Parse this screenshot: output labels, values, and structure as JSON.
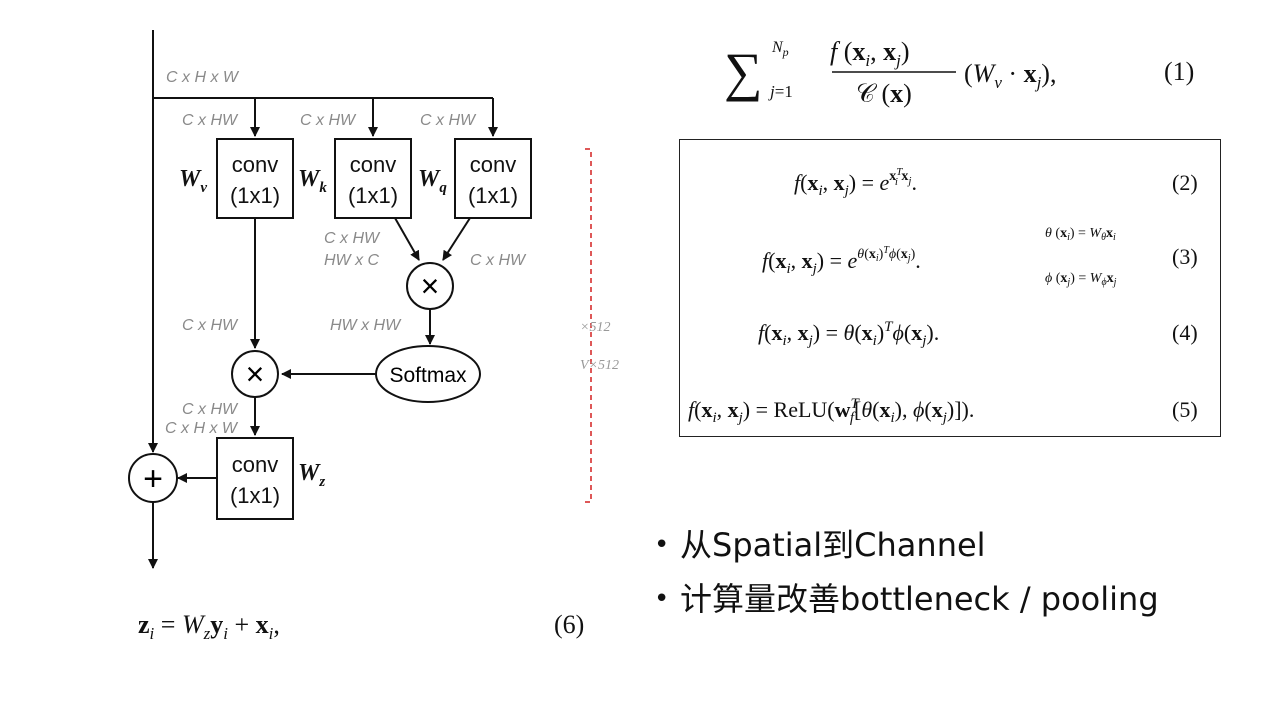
{
  "diagram": {
    "dims": {
      "input": "C x H x W",
      "branch_v": "C x HW",
      "branch_k": "C x HW",
      "branch_q": "C x HW",
      "k_out_1": "C x HW",
      "k_out_2": "HW x C",
      "q_out": "C x HW",
      "v_out": "C x HW",
      "attn": "HW x HW",
      "mul_out": "C x HW",
      "reshape": "C x H x W"
    },
    "conv_label": "conv",
    "conv_kernel": "(1x1)",
    "softmax": "Softmax",
    "weights": {
      "v": "W",
      "v_sub": "v",
      "k": "W",
      "k_sub": "k",
      "q": "W",
      "q_sub": "q",
      "z": "W",
      "z_sub": "z"
    },
    "multiply_symbol": "×",
    "add_symbol": "+",
    "side_marks": [
      "×512",
      "V×512"
    ]
  },
  "equations": {
    "eq1_number": "(1)",
    "eq2_number": "(2)",
    "eq3_number": "(3)",
    "eq4_number": "(4)",
    "eq5_number": "(5)",
    "eq6_number": "(6)"
  },
  "bullets": [
    "从Spatial到Channel",
    "计算量改善bottleneck / pooling"
  ],
  "colors": {
    "dashed_line": "#d32020",
    "dim_text": "#8a8a8a"
  }
}
